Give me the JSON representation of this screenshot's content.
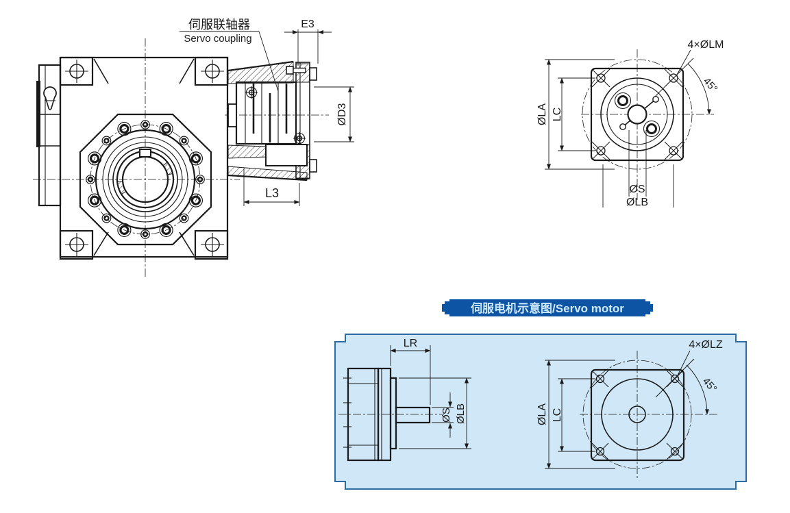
{
  "colors": {
    "line": "#1a1a1a",
    "panel_bg": "#cfe7f7",
    "panel_border": "#2b6ca3",
    "banner_bg": "#0d55a4",
    "banner_text": "#cfe9fc"
  },
  "gearbox_drawing": {
    "coupling_label_cn": "伺服联轴器",
    "coupling_label_en": "Servo coupling",
    "dim_e3": "E3",
    "dim_d3": "ØD3",
    "dim_l3": "L3"
  },
  "output_flange_view": {
    "dim_holes": "4×ØLM",
    "dim_angle": "45°",
    "dim_la": "ØLA",
    "dim_lc": "LC",
    "dim_s": "ØS",
    "dim_lb": "ØLB"
  },
  "servo_motor_panel": {
    "title": "伺服电机示意图/Servo motor",
    "side_view": {
      "dim_lr": "LR",
      "dim_s": "ØS",
      "dim_lb": "ØLB"
    },
    "flange_view": {
      "dim_holes": "4×ØLZ",
      "dim_angle": "45°",
      "dim_la": "ØLA",
      "dim_lc": "LC"
    }
  }
}
